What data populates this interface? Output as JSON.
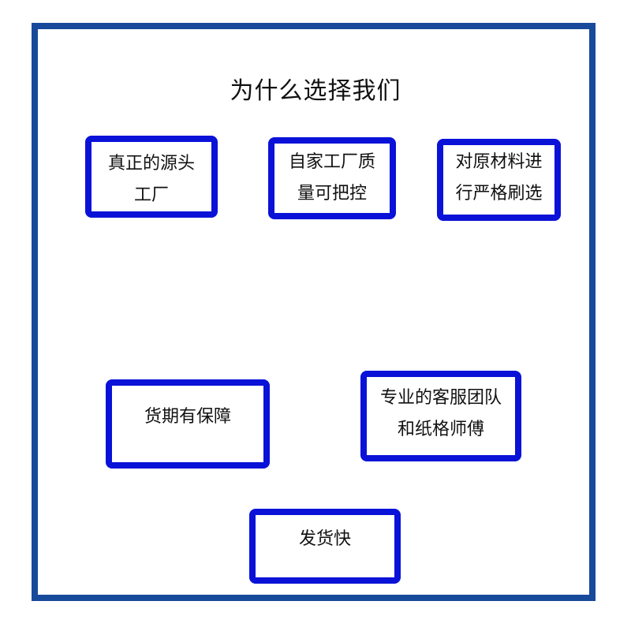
{
  "title": "为什么选择我们",
  "boxes": [
    {
      "lines": [
        "真正的源头",
        "工厂"
      ]
    },
    {
      "lines": [
        "自家工厂质",
        "量可把控"
      ]
    },
    {
      "lines": [
        "对原材料进",
        "行严格刷选"
      ]
    },
    {
      "lines": [
        "货期有保障"
      ]
    },
    {
      "lines": [
        "专业的客服团队",
        "和纸格师傅"
      ]
    },
    {
      "lines": [
        "发货快"
      ]
    }
  ],
  "colors": {
    "frame_border": "#174a9a",
    "box_border": "#0a12d8",
    "text": "#111111"
  }
}
